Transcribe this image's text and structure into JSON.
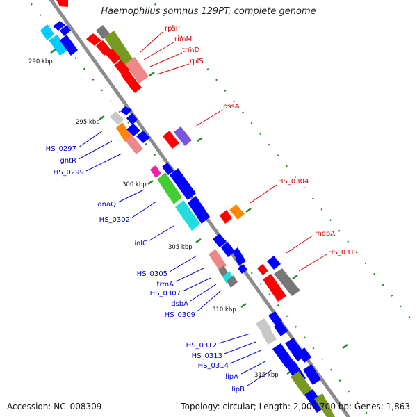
{
  "title": "Haemophilus somnus 129PT, complete genome",
  "footer": {
    "accession": "Accession: NC_008309",
    "topology": "Topology: circular; Length: 2,007,700 bp; Genes: 1,863"
  },
  "colors": {
    "backbone": "#8c8c8c",
    "tick_dots": "#1f8a1f",
    "label_red": "#dd0000",
    "label_blue": "#0000cc",
    "gene_red": "#ff0000",
    "gene_blue": "#0000ff",
    "gene_light_blue": "#00ccff",
    "gene_olive": "#779922",
    "gene_pink": "#ee8888",
    "gene_orange": "#ff8800",
    "gene_purple": "#7755dd",
    "gene_grey": "#777777",
    "gene_light_grey": "#c8c8c8",
    "gene_green": "#44cc33",
    "gene_magenta": "#ee22aa",
    "gene_cyan": "#22dddd"
  },
  "kbp_labels": [
    {
      "text": "290 kbp"
    },
    {
      "text": "295 kbp"
    },
    {
      "text": "300 kbp"
    },
    {
      "text": "305 kbp"
    },
    {
      "text": "310 kbp"
    },
    {
      "text": "315 kbp"
    }
  ],
  "gene_labels": [
    {
      "text": "rpsP",
      "side": "right"
    },
    {
      "text": "rimM",
      "side": "right"
    },
    {
      "text": "trmD",
      "side": "right"
    },
    {
      "text": "rplS",
      "side": "right"
    },
    {
      "text": "pssA",
      "side": "right"
    },
    {
      "text": "HS_0304",
      "side": "right"
    },
    {
      "text": "mobA",
      "side": "right"
    },
    {
      "text": "HS_0311",
      "side": "right"
    },
    {
      "text": "HS_0297",
      "side": "left"
    },
    {
      "text": "gntR",
      "side": "left"
    },
    {
      "text": "HS_0299",
      "side": "left"
    },
    {
      "text": "dnaQ",
      "side": "left"
    },
    {
      "text": "HS_0302",
      "side": "left"
    },
    {
      "text": "iolC",
      "side": "left"
    },
    {
      "text": "HS_0305",
      "side": "left"
    },
    {
      "text": "trmA",
      "side": "left"
    },
    {
      "text": "HS_0307",
      "side": "left"
    },
    {
      "text": "dsbA",
      "side": "left"
    },
    {
      "text": "HS_0309",
      "side": "left"
    },
    {
      "text": "HS_0312",
      "side": "left"
    },
    {
      "text": "HS_0313",
      "side": "left"
    },
    {
      "text": "HS_0314",
      "side": "left"
    },
    {
      "text": "lipA",
      "side": "left"
    },
    {
      "text": "lipB",
      "side": "left"
    }
  ]
}
